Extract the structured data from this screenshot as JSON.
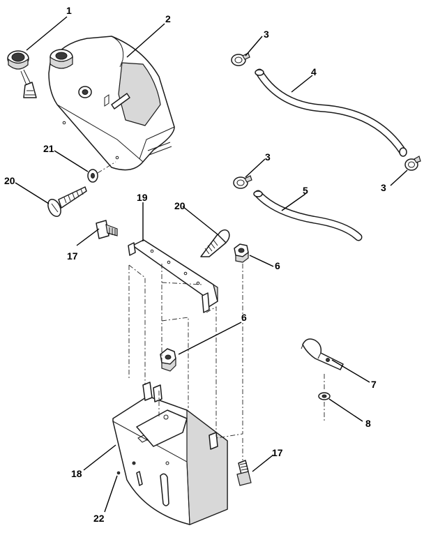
{
  "diagram": {
    "callouts": {
      "c1": "1",
      "c2": "2",
      "c3a": "3",
      "c3b": "3",
      "c3c": "3",
      "c4": "4",
      "c5": "5",
      "c6a": "6",
      "c6b": "6",
      "c7": "7",
      "c8": "8",
      "c17a": "17",
      "c17b": "17",
      "c18": "18",
      "c19": "19",
      "c20a": "20",
      "c20b": "20",
      "c21": "21",
      "c22": "22"
    }
  }
}
